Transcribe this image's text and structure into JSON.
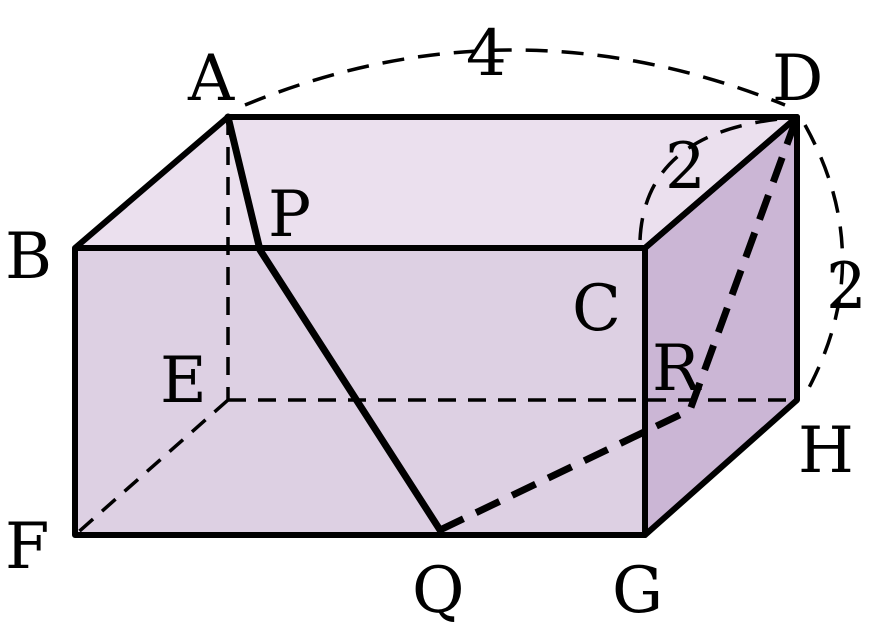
{
  "colors": {
    "top_face": "#ebe0ee",
    "front_face": "#ddd0e3",
    "right_face": "#cbb6d5",
    "line": "#000000"
  },
  "vertices": {
    "A": "A",
    "B": "B",
    "C": "C",
    "D": "D",
    "E": "E",
    "F": "F",
    "G": "G",
    "H": "H"
  },
  "points": {
    "P": "P",
    "Q": "Q",
    "R": "R"
  },
  "dimensions": {
    "AD": "4",
    "CD": "2",
    "DH": "2"
  }
}
